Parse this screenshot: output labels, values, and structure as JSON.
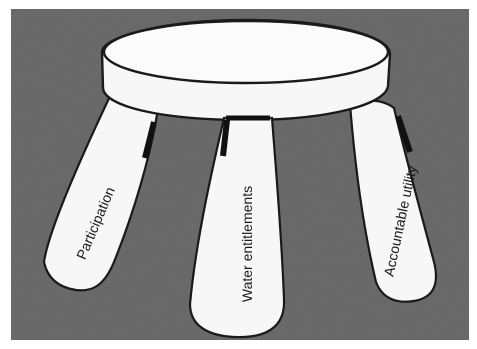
{
  "diagram": {
    "legs": [
      {
        "label": "Participation"
      },
      {
        "label": "Water entitlements"
      },
      {
        "label": "Accountable utility"
      }
    ],
    "colors": {
      "frame": "#ffffff",
      "background": "#6b6b6b",
      "stool_fill": "#f7f7f7",
      "outline": "#1a1a1a",
      "joint_mark": "#111111"
    }
  }
}
